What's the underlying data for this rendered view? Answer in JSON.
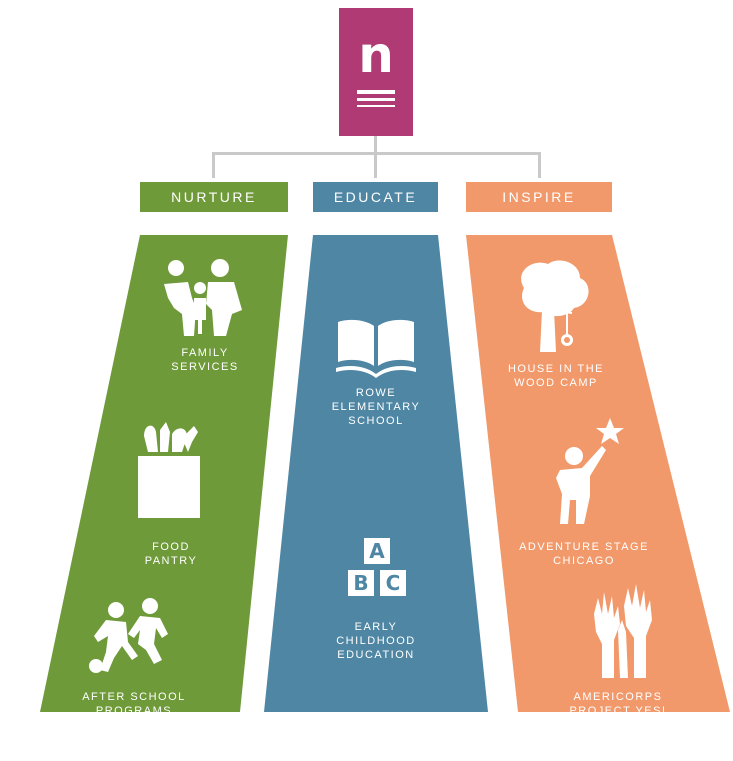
{
  "logo": {
    "letter": "n"
  },
  "columns": [
    {
      "heading": "NURTURE",
      "color": "#6f9a3a",
      "items": [
        {
          "label": "FAMILY\nSERVICES",
          "icon": "family-icon"
        },
        {
          "label": "FOOD\nPANTRY",
          "icon": "grocery-bag-icon"
        },
        {
          "label": "AFTER SCHOOL\nPROGRAMS",
          "icon": "kids-playing-icon"
        }
      ]
    },
    {
      "heading": "EDUCATE",
      "color": "#4e86a4",
      "items": [
        {
          "label": "ROWE\nELEMENTARY\nSCHOOL",
          "icon": "open-book-icon"
        },
        {
          "label": "EARLY\nCHILDHOOD\nEDUCATION",
          "icon": "abc-blocks-icon"
        }
      ]
    },
    {
      "heading": "INSPIRE",
      "color": "#f1996a",
      "items": [
        {
          "label": "HOUSE IN THE\nWOOD CAMP",
          "icon": "tree-swing-icon"
        },
        {
          "label": "ADVENTURE STAGE\nCHICAGO",
          "icon": "child-reaching-star-icon"
        },
        {
          "label": "AMERICORPS\nPROJECT YES!",
          "icon": "raised-hands-icon"
        }
      ]
    }
  ],
  "blocks": {
    "a": "A",
    "b": "B",
    "c": "C"
  },
  "colors": {
    "logo": "#b03a74",
    "connector": "#c9c9c9"
  }
}
